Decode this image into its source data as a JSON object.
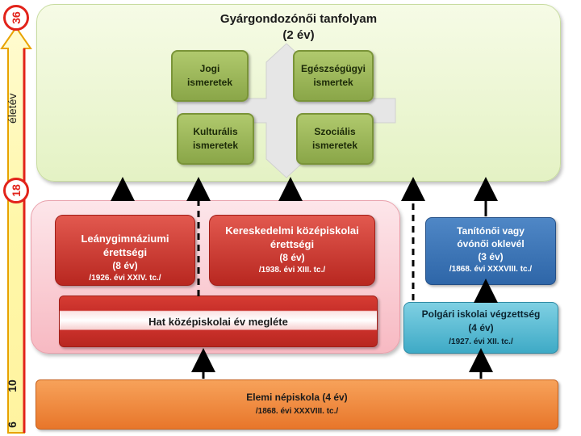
{
  "axis": {
    "label": "életév",
    "ages": [
      "36",
      "18",
      "10",
      "6"
    ]
  },
  "course": {
    "title": "Gyárgondozónői tanfolyam",
    "duration": "(2 év)",
    "modules": [
      {
        "line1": "Jogi",
        "line2": "ismeretek"
      },
      {
        "line1": "Egészségügyi",
        "line2": "ismertek"
      },
      {
        "line1": "Kulturális",
        "line2": "ismeretek"
      },
      {
        "line1": "Szociális",
        "line2": "ismeretek"
      }
    ]
  },
  "secondary": {
    "girls_gymnasium": {
      "line1": "Leánygimnáziumi",
      "line2": "érettségi",
      "duration": "(8 év)",
      "law": "/1926. évi XXIV. tc./"
    },
    "commercial": {
      "line1": "Kereskedelmi középiskolai",
      "line2": "érettségi",
      "duration": "(8 év)",
      "law": "/1938. évi XIII.  tc./"
    },
    "six_years": "Hat középiskolai év megléte"
  },
  "teacher": {
    "line1": "Tanítónői vagy",
    "line2": "óvónői oklevél",
    "duration": "(3 év)",
    "law": "/1868. évi XXXVIII. tc./"
  },
  "civic": {
    "line1": "Polgári iskolai  végzettség",
    "duration": "(4 év)",
    "law": "/1927. évi XII. tc./"
  },
  "elementary": {
    "line1": "Elemi népiskola (4 év)",
    "law": "/1868. évi XXXVIII. tc./"
  },
  "colors": {
    "red": "#e2231a",
    "green": "#8aa648",
    "pink": "#f7b9c2",
    "blue": "#2e66a8",
    "teal": "#3eaac6",
    "orange": "#e8762a"
  }
}
